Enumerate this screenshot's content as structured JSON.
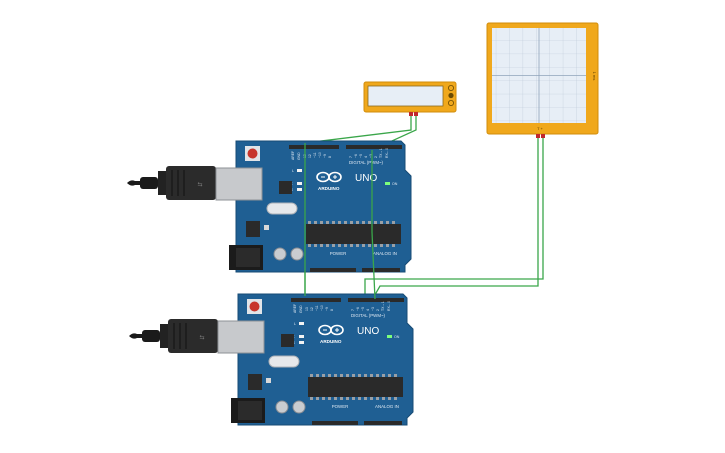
{
  "colors": {
    "board": "#1f5f93",
    "board_dark": "#174b75",
    "wire": "#3aa64a",
    "instrument": "#f0a81c",
    "screen": "#e7eef6",
    "header": "#2a2a2a"
  },
  "boards": [
    {
      "brand": "ARDUINO",
      "model": "UNO",
      "on_label": "ON",
      "digital_label": "DIGITAL (PWM~)",
      "power_label": "POWER",
      "analog_label": "ANALOG IN",
      "aref": "AREF",
      "gnd": "GND",
      "led_l": "L",
      "led_tx": "TX",
      "led_rx": "RX"
    },
    {
      "brand": "ARDUINO",
      "model": "UNO",
      "on_label": "ON",
      "digital_label": "DIGITAL (PWM~)",
      "power_label": "POWER",
      "analog_label": "ANALOG IN",
      "aref": "AREF",
      "gnd": "GND",
      "led_l": "L",
      "led_tx": "TX",
      "led_rx": "RX"
    }
  ],
  "multimeter": {
    "display": ""
  },
  "oscilloscope": {
    "side_label": "1 ms",
    "bottom_label": "T  +"
  },
  "icons": [
    "usb-cable-icon",
    "arduino-logo-icon",
    "reset-button-icon"
  ]
}
